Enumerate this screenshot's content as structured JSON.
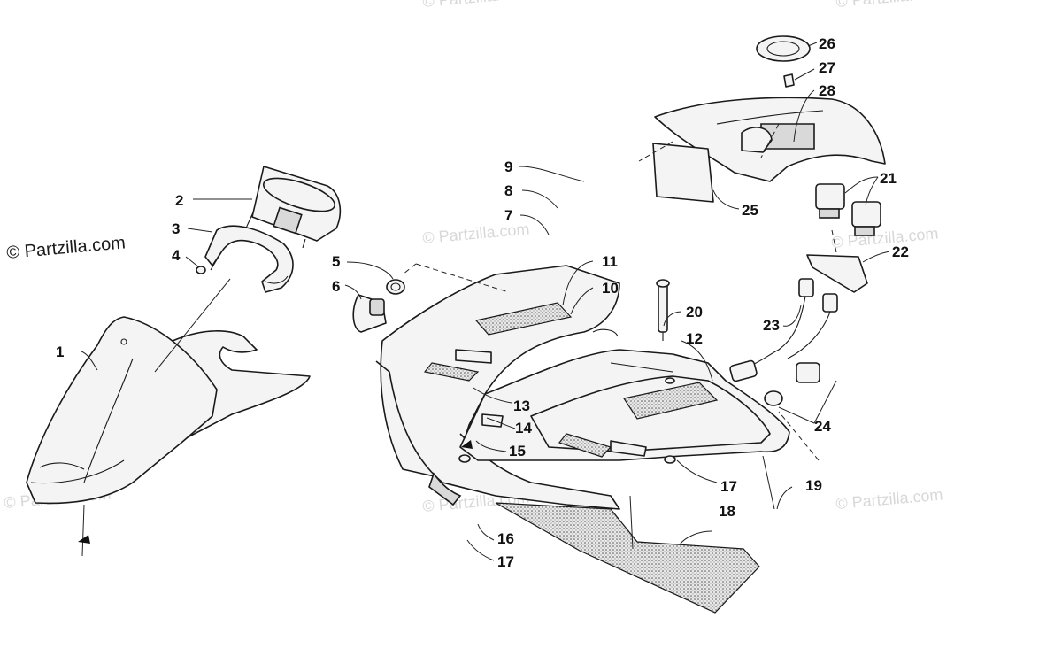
{
  "watermarks": {
    "primary": "© Partzilla.com",
    "faint": "© Partzilla.com"
  },
  "callouts": [
    "1",
    "2",
    "3",
    "4",
    "5",
    "6",
    "7",
    "8",
    "9",
    "10",
    "11",
    "12",
    "13",
    "14",
    "15",
    "16",
    "17",
    "17",
    "18",
    "19",
    "20",
    "21",
    "22",
    "23",
    "24",
    "25",
    "26",
    "27",
    "28"
  ]
}
